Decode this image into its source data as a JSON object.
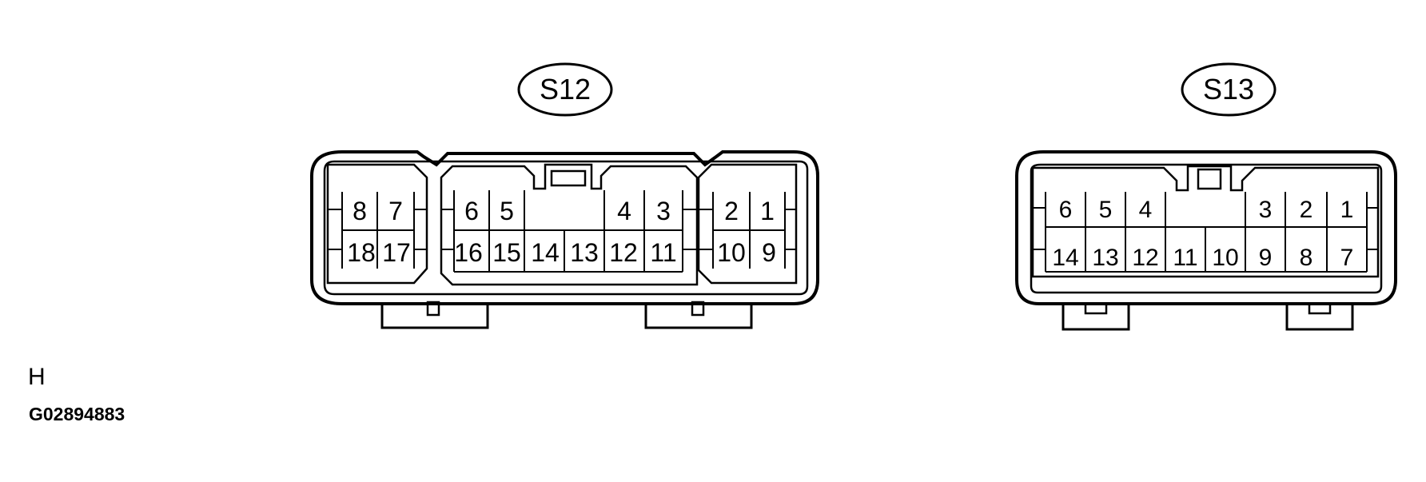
{
  "connectors": [
    {
      "id": "S12",
      "label": "S12",
      "top_row": [
        "8",
        "7",
        "6",
        "5",
        "",
        "4",
        "3",
        "2",
        "1"
      ],
      "bottom_row": [
        "18",
        "17",
        "16",
        "15",
        "14",
        "13",
        "12",
        "11",
        "10",
        "9"
      ]
    },
    {
      "id": "S13",
      "label": "S13",
      "top_row": [
        "6",
        "5",
        "4",
        "",
        "3",
        "2",
        "1"
      ],
      "bottom_row": [
        "14",
        "13",
        "12",
        "11",
        "10",
        "9",
        "8",
        "7"
      ]
    }
  ],
  "footer": {
    "letter": "H",
    "figure_code": "G02894883"
  }
}
